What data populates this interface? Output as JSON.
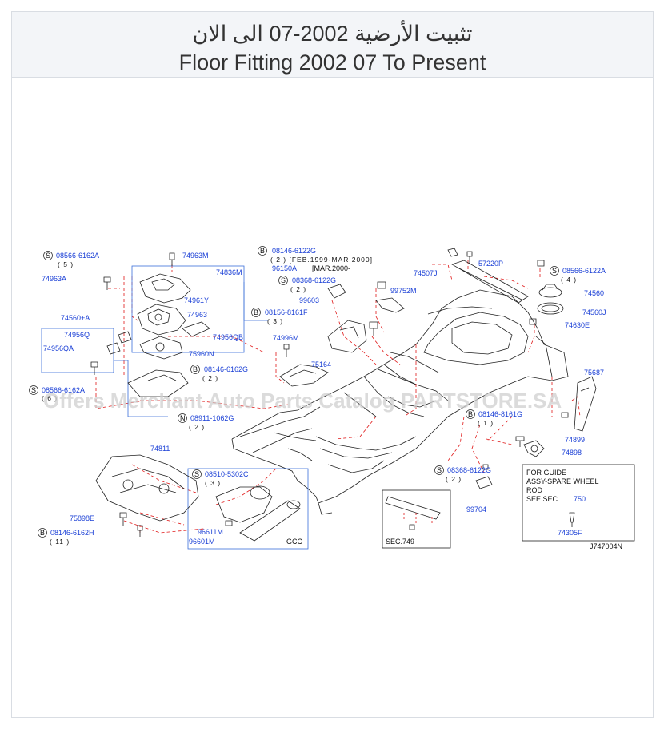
{
  "header": {
    "title_ar": "تثبيت الأرضية 2002-07 الى الان",
    "title_en": "Floor Fitting 2002 07 To Present"
  },
  "watermark": "Offers Merchant Auto Parts Catalog PARTSTORE.SA",
  "diagram_code": "J747004N",
  "parts": {
    "p08566_6162A": "08566-6162A",
    "p08566_6162A_qty": "( 5 )",
    "p74963A": "74963A",
    "p74963M": "74963M",
    "p74836M": "74836M",
    "p74961Y": "74961Y",
    "p74963": "74963",
    "p74956QB": "74956QB",
    "p75960N": "75960N",
    "p74560A": "74560+A",
    "p74956Q": "74956Q",
    "p74956QA": "74956QA",
    "p08566_6162A_b": "08566-6162A",
    "p08566_6162A_b_qty": "( 6 )",
    "p08146_6122G": "08146-6122G",
    "p08146_6122G_qty": "( 2 ) [FEB.1999-MAR.2000]",
    "p96150A": "96150A",
    "p96150A_note": "[MAR.2000-",
    "p08368_6122G": "08368-6122G",
    "p08368_6122G_qty": "( 2 )",
    "p08156_8161F": "08156-8161F",
    "p08156_8161F_qty": "( 3 )",
    "p99603": "99603",
    "p99752M": "99752M",
    "p74996M": "74996M",
    "p75164": "75164",
    "p08146_6162G": "08146-6162G",
    "p08146_6162G_qty": "( 2 )",
    "p08911_1062G": "08911-1062G",
    "p08911_1062G_qty": "( 2 )",
    "p74507J": "74507J",
    "p57220P": "57220P",
    "p08566_6122A": "08566-6122A",
    "p08566_6122A_qty": "( 4 )",
    "p74560": "74560",
    "p74560J": "74560J",
    "p74630E": "74630E",
    "p75687": "75687",
    "p08146_8161G": "08146-8161G",
    "p08146_8161G_qty": "( 1 )",
    "p74899": "74899",
    "p74898": "74898",
    "p08368_6122G_b": "08368-6122G",
    "p08368_6122G_b_qty": "( 2 )",
    "p99704": "99704",
    "p74811": "74811",
    "p08510_5302C": "08510-5302C",
    "p08510_5302C_qty": "( 3 )",
    "p75898E": "75898E",
    "p08146_6162H": "08146-6162H",
    "p08146_6162H_qty": "( 11 )",
    "p96611M": "96611M",
    "p96601M": "96601M",
    "gcc": "GCC",
    "sec749": "SEC.749",
    "guide_line1": "FOR  GUIDE",
    "guide_line2": "ASSY-SPARE  WHEEL",
    "guide_line3": "ROD",
    "guide_line4": "SEE  SEC.",
    "guide_sec": "750",
    "p74305F": "74305F"
  },
  "prefixes": {
    "S": "S",
    "B": "B",
    "N": "N"
  },
  "colors": {
    "label_blue": "#1a3fd6",
    "leader_red": "#e01818",
    "line_dark": "#222222",
    "box_blue": "#3b6fd9"
  }
}
